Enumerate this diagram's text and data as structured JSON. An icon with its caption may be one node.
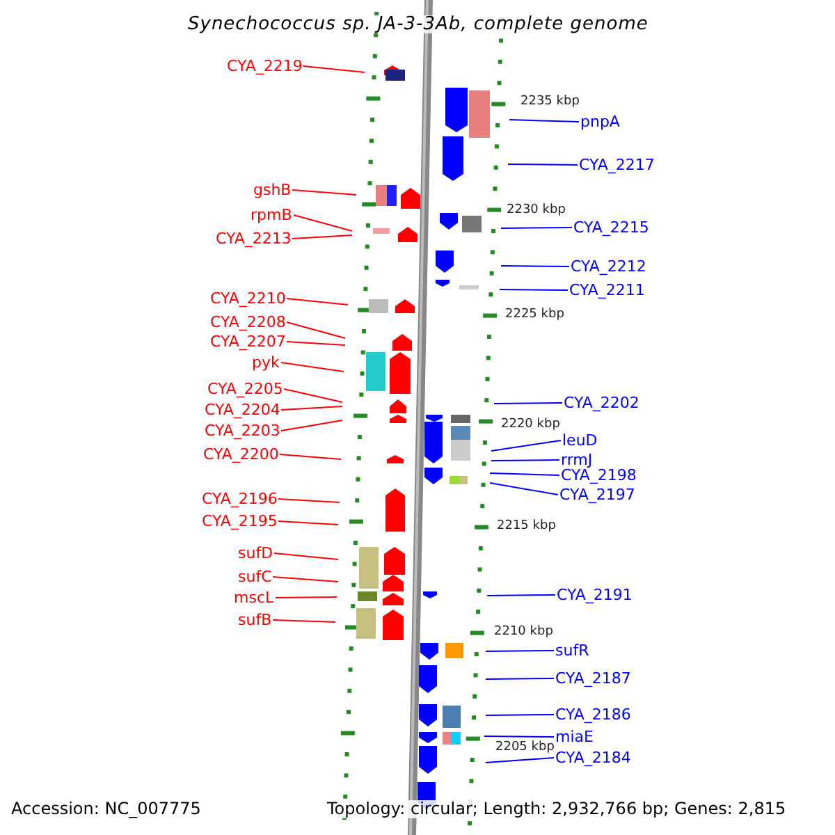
{
  "diagram": {
    "title": "Synechococcus sp. JA-3-3Ab, complete genome",
    "nodes": [
      {
        "text": [
          "CYA_2219"
        ]
      },
      {
        "text": [
          "gshB"
        ]
      },
      {
        "text": [
          "rpmB"
        ]
      },
      {
        "text": [
          "CYA_2213"
        ]
      },
      {
        "text": [
          "CYA_2210"
        ]
      },
      {
        "text": [
          "CYA_2208"
        ]
      },
      {
        "text": [
          "CYA_2207"
        ]
      },
      {
        "text": [
          "pyk"
        ]
      },
      {
        "text": [
          "CYA_2205"
        ]
      },
      {
        "text": [
          "CYA_2204"
        ]
      },
      {
        "text": [
          "CYA_2203"
        ]
      },
      {
        "text": [
          "CYA_2200"
        ]
      },
      {
        "text": [
          "CYA_2196"
        ]
      },
      {
        "text": [
          "CYA_2195"
        ]
      },
      {
        "text": [
          "sufD"
        ]
      },
      {
        "text": [
          "sufC"
        ]
      },
      {
        "text": [
          "mscL"
        ]
      },
      {
        "text": [
          "sufB"
        ]
      },
      {
        "text": [
          "pnpA"
        ]
      },
      {
        "text": [
          "CYA_2217"
        ]
      },
      {
        "text": [
          "CYA_2215"
        ]
      },
      {
        "text": [
          "CYA_2212"
        ]
      },
      {
        "text": [
          "CYA_2211"
        ]
      },
      {
        "text": [
          "CYA_2202"
        ]
      },
      {
        "text": [
          "leuD"
        ]
      },
      {
        "text": [
          "rrmJ"
        ]
      },
      {
        "text": [
          "CYA_2198"
        ]
      },
      {
        "text": [
          "CYA_2197"
        ]
      },
      {
        "text": [
          "CYA_2191"
        ]
      },
      {
        "text": [
          "sufR"
        ]
      },
      {
        "text": [
          "CYA_2187"
        ]
      },
      {
        "text": [
          "CYA_2186"
        ]
      },
      {
        "text": [
          "miaE"
        ]
      },
      {
        "text": [
          "CYA_2184"
        ]
      }
    ],
    "edges": [
      {
        "from": 0,
        "to": null,
        "arrow": "none"
      },
      {
        "from": 1,
        "to": null,
        "arrow": "none"
      },
      {
        "from": 2,
        "to": null,
        "arrow": "none"
      },
      {
        "from": 3,
        "to": null,
        "arrow": "none"
      },
      {
        "from": 4,
        "to": null,
        "arrow": "none"
      },
      {
        "from": 5,
        "to": null,
        "arrow": "none"
      },
      {
        "from": 6,
        "to": null,
        "arrow": "none"
      },
      {
        "from": 7,
        "to": null,
        "arrow": "none"
      },
      {
        "from": 8,
        "to": null,
        "arrow": "none"
      },
      {
        "from": 9,
        "to": null,
        "arrow": "none"
      },
      {
        "from": 10,
        "to": null,
        "arrow": "none"
      },
      {
        "from": 11,
        "to": null,
        "arrow": "none"
      },
      {
        "from": 12,
        "to": null,
        "arrow": "none"
      },
      {
        "from": 13,
        "to": null,
        "arrow": "none"
      },
      {
        "from": 14,
        "to": null,
        "arrow": "none"
      },
      {
        "from": 15,
        "to": null,
        "arrow": "none"
      },
      {
        "from": 16,
        "to": null,
        "arrow": "none"
      },
      {
        "from": 17,
        "to": null,
        "arrow": "none"
      },
      {
        "from": 18,
        "to": null,
        "arrow": "none",
        "color": "#0000ff"
      },
      {
        "from": 19,
        "to": null,
        "arrow": "none",
        "color": "#0000ff"
      },
      {
        "from": 20,
        "to": null,
        "arrow": "none",
        "color": "#0000ff"
      },
      {
        "from": 21,
        "to": null,
        "arrow": "none",
        "color": "#0000ff"
      },
      {
        "from": 22,
        "to": null,
        "arrow": "none",
        "color": "#0000ff"
      },
      {
        "from": 23,
        "to": null,
        "arrow": "none",
        "color": "#0000ff"
      },
      {
        "from": 24,
        "to": null,
        "arrow": "none",
        "color": "#0000ff"
      },
      {
        "from": 25,
        "to": null,
        "arrow": "none",
        "color": "#0000ff"
      },
      {
        "from": 26,
        "to": null,
        "arrow": "none",
        "color": "#0000ff"
      },
      {
        "from": 27,
        "to": null,
        "arrow": "none",
        "color": "#0000ff"
      },
      {
        "from": 28,
        "to": null,
        "arrow": "none",
        "color": "#0000ff"
      },
      {
        "from": 29,
        "to": null,
        "arrow": "none",
        "color": "#0000ff"
      },
      {
        "from": 30,
        "to": null,
        "arrow": "none",
        "color": "#0000ff"
      },
      {
        "from": 31,
        "to": null,
        "arrow": "none",
        "color": "#0000ff"
      },
      {
        "from": 32,
        "to": null,
        "arrow": "none",
        "color": "#0000ff"
      },
      {
        "from": 33,
        "to": null,
        "arrow": "none",
        "color": "#0000ff"
      }
    ],
    "labels": [
      "2235 kbp",
      "2230 kbp",
      "2225 kbp",
      "2220 kbp",
      "2215 kbp",
      "2210 kbp",
      "2205 kbp",
      "Accession: NC_007775",
      "Topology: circular; Length: 2,932,766 bp; Genes: 2,815"
    ]
  }
}
